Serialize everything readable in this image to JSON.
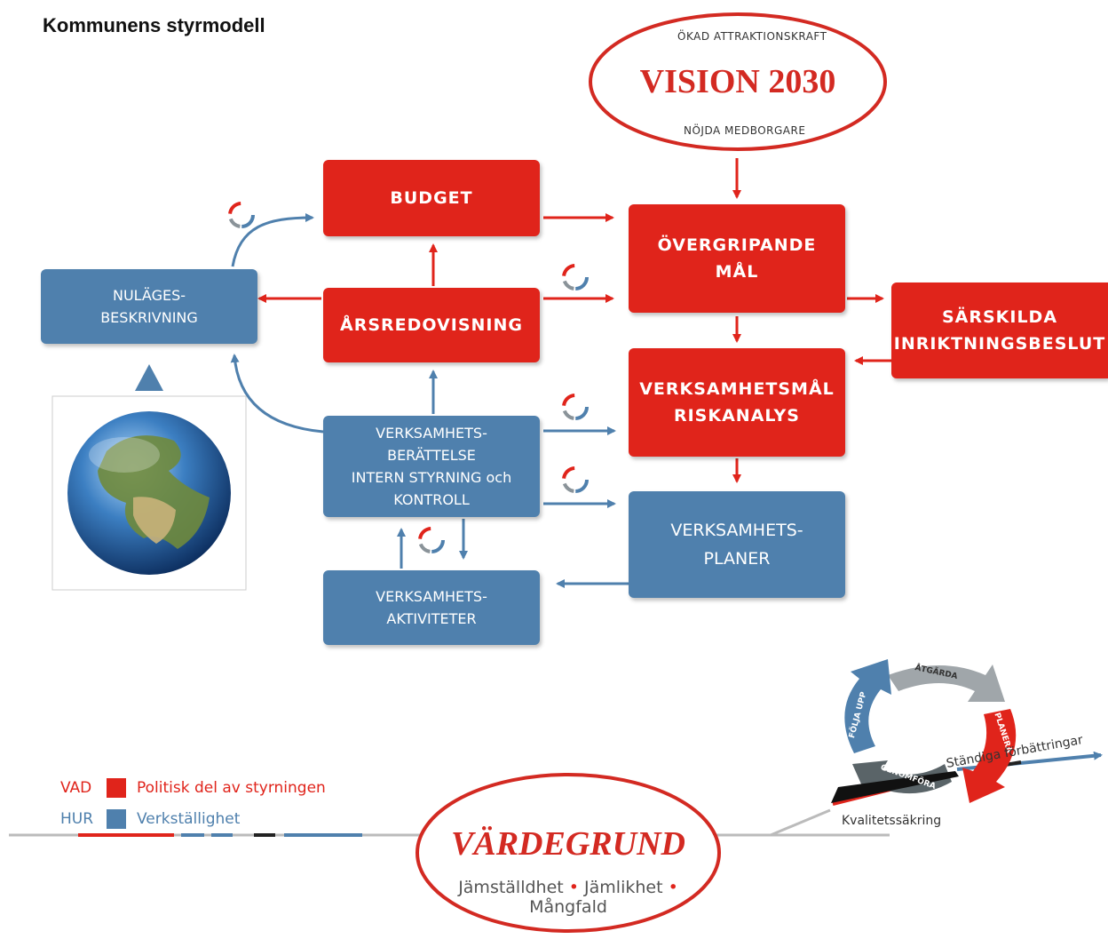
{
  "title": "Kommunens styrmodell",
  "vision": {
    "top_text": "ÖKAD ATTRAKTIONSKRAFT",
    "title": "VISION 2030",
    "bottom_text": "NÖJDA MEDBORGARE"
  },
  "boxes": {
    "budget": "BUDGET",
    "overgripande_1": "ÖVERGRIPANDE",
    "overgripande_2": "MÅL",
    "sarskilda_1": "SÄRSKILDA",
    "sarskilda_2": "INRIKTNINGSBESLUT",
    "arsredovisning": "ÅRSREDOVISNING",
    "nulages_1": "NULÄGES-",
    "nulages_2": "BESKRIVNING",
    "verksamhetsmal_1": "VERKSAMHETSMÅL",
    "verksamhetsmal_2": "RISKANALYS",
    "berattelse_1": "VERKSAMHETS-",
    "berattelse_2": "BERÄTTELSE",
    "berattelse_3": "INTERN STYRNING och",
    "berattelse_4": "KONTROLL",
    "planer_1": "VERKSAMHETS-",
    "planer_2": "PLANER",
    "aktiviteter_1": "VERKSAMHETS-",
    "aktiviteter_2": "AKTIVITETER"
  },
  "legend": [
    {
      "code": "VAD",
      "label": "Politisk del av styrningen",
      "color": "#e0241b"
    },
    {
      "code": "HUR",
      "label": "Verkställighet",
      "color": "#4f80ad"
    }
  ],
  "vardegrund": {
    "title": "VÄRDEGRUND",
    "value_1": "Jämställdhet",
    "value_2": "Jämlikhet",
    "value_3": "Mångfald",
    "separator": "•"
  },
  "cycle": {
    "atgarda": "ÅTGÄRDA",
    "planera": "PLANERA",
    "genomfora": "GENOMFÖRA",
    "folja_upp": "FÖLJA UPP",
    "standiga": "Ständiga förbättringar",
    "kvalitet": "Kvalitetssäkring"
  },
  "colors": {
    "red": "#e0241b",
    "blue": "#4f80ad",
    "grey": "#8a9399",
    "dark": "#5a6468"
  }
}
